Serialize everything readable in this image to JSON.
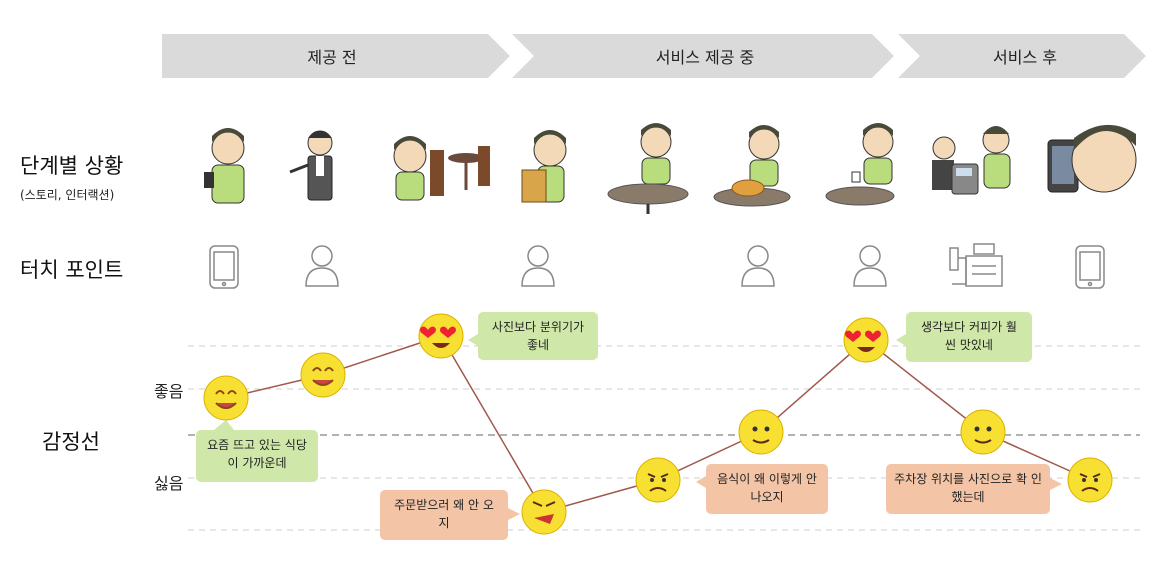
{
  "phases": [
    "제공 전",
    "서비스 제공 중",
    "서비스 후"
  ],
  "rows": {
    "situation": "단계별 상황",
    "situation_sub": "(스토리, 인터랙션)",
    "touchpoint": "터치 포인트",
    "emotion": "감정선"
  },
  "axis": {
    "good": "좋음",
    "bad": "싫음"
  },
  "bubbles": [
    {
      "text": "요즘 뜨고 있는 식당 이 가까운데",
      "tone": "good"
    },
    {
      "text": "사진보다 분위기가 좋네",
      "tone": "good"
    },
    {
      "text": "주문받으러 왜 안 오 지",
      "tone": "bad"
    },
    {
      "text": "음식이 왜 이렇게 안 나오지",
      "tone": "bad"
    },
    {
      "text": "생각보다 커피가 훨 씬 맛있네",
      "tone": "good"
    },
    {
      "text": "주차장 위치를 사진으로 확 인했는데",
      "tone": "bad"
    }
  ],
  "touchpoints": [
    "phone-icon",
    "staff-icon",
    "staff-icon",
    "staff-icon",
    "staff-icon",
    "parking-machine-icon",
    "phone-icon"
  ],
  "chart_data": {
    "type": "line",
    "steps": 10,
    "emotions": [
      "smile",
      "smile",
      "love",
      "angry",
      "annoyed",
      "neutral",
      "love",
      "neutral",
      "annoyed"
    ],
    "levels": [
      "good",
      "good",
      "very-good",
      "very-bad",
      "bad",
      "neutral",
      "very-good",
      "neutral",
      "bad"
    ]
  },
  "colors": {
    "arrow": "#dadada",
    "line": "#a0584c",
    "face": "#f8e032",
    "good_bubble": "#cfe8a9",
    "bad_bubble": "#f3c4a5"
  }
}
